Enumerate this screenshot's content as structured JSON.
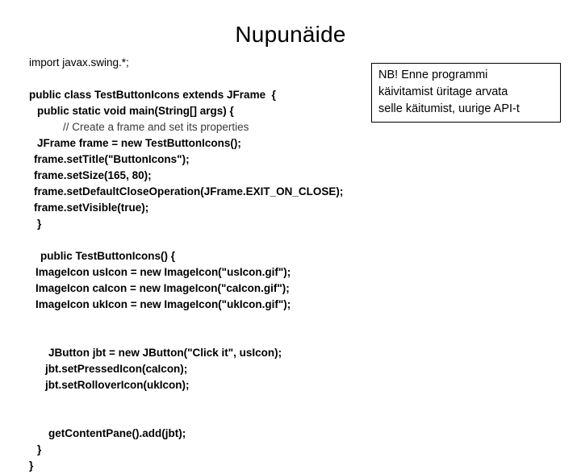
{
  "slide": {
    "title": "Nupunäide"
  },
  "note_box": {
    "name": "nb-callout",
    "border_color": "#000000",
    "lines": [
      "NB! Enne programmi",
      "käivitamist üritage arvata",
      "selle käitumist, uurige API-t"
    ]
  },
  "code": {
    "language": "Java",
    "lines": [
      {
        "text": "import javax.swing.*;",
        "indent": 36,
        "weight": "normal",
        "kind": "code"
      },
      {
        "text": "",
        "indent": 0,
        "weight": "normal",
        "kind": "spacer"
      },
      {
        "text": "public class TestButtonIcons extends JFrame  {",
        "indent": 36,
        "weight": "bold",
        "kind": "code"
      },
      {
        "text": "public static void main(String[] args) {",
        "indent": 46,
        "weight": "bold",
        "kind": "code"
      },
      {
        "text": "// Create a frame and set its properties",
        "indent": 78,
        "weight": "normal",
        "kind": "comment"
      },
      {
        "text": "JFrame frame = new TestButtonIcons();",
        "indent": 46,
        "weight": "bold",
        "kind": "code"
      },
      {
        "text": "frame.setTitle(\"ButtonIcons\");",
        "indent": 42,
        "weight": "bold",
        "kind": "code"
      },
      {
        "text": "frame.setSize(165, 80);",
        "indent": 42,
        "weight": "bold",
        "kind": "code"
      },
      {
        "text": "frame.setDefaultCloseOperation(JFrame.EXIT_ON_CLOSE);",
        "indent": 42,
        "weight": "bold",
        "kind": "code"
      },
      {
        "text": "frame.setVisible(true);",
        "indent": 42,
        "weight": "bold",
        "kind": "code"
      },
      {
        "text": "}",
        "indent": 46,
        "weight": "bold",
        "kind": "code"
      },
      {
        "text": "",
        "indent": 0,
        "weight": "normal",
        "kind": "spacer"
      },
      {
        "text": "public TestButtonIcons() {",
        "indent": 50,
        "weight": "bold",
        "kind": "code"
      },
      {
        "text": "ImageIcon usIcon = new ImageIcon(\"usIcon.gif\");",
        "indent": 44,
        "weight": "bold",
        "kind": "code"
      },
      {
        "text": "ImageIcon caIcon = new ImageIcon(\"caIcon.gif\");",
        "indent": 44,
        "weight": "bold",
        "kind": "code"
      },
      {
        "text": "ImageIcon ukIcon = new ImageIcon(\"ukIcon.gif\");",
        "indent": 44,
        "weight": "bold",
        "kind": "code"
      },
      {
        "text": "",
        "indent": 0,
        "weight": "normal",
        "kind": "spacer"
      },
      {
        "text": "",
        "indent": 0,
        "weight": "normal",
        "kind": "spacer"
      },
      {
        "text": "JButton jbt = new JButton(\"Click it\", usIcon);",
        "indent": 60,
        "weight": "bold",
        "kind": "code"
      },
      {
        "text": "jbt.setPressedIcon(caIcon);",
        "indent": 56,
        "weight": "bold",
        "kind": "code"
      },
      {
        "text": "jbt.setRolloverIcon(ukIcon);",
        "indent": 56,
        "weight": "bold",
        "kind": "code"
      },
      {
        "text": "",
        "indent": 0,
        "weight": "normal",
        "kind": "spacer"
      },
      {
        "text": "",
        "indent": 0,
        "weight": "normal",
        "kind": "spacer"
      },
      {
        "text": "getContentPane().add(jbt);",
        "indent": 60,
        "weight": "bold",
        "kind": "code"
      },
      {
        "text": "}",
        "indent": 46,
        "weight": "bold",
        "kind": "code"
      },
      {
        "text": "}",
        "indent": 36,
        "weight": "bold",
        "kind": "code"
      }
    ]
  }
}
